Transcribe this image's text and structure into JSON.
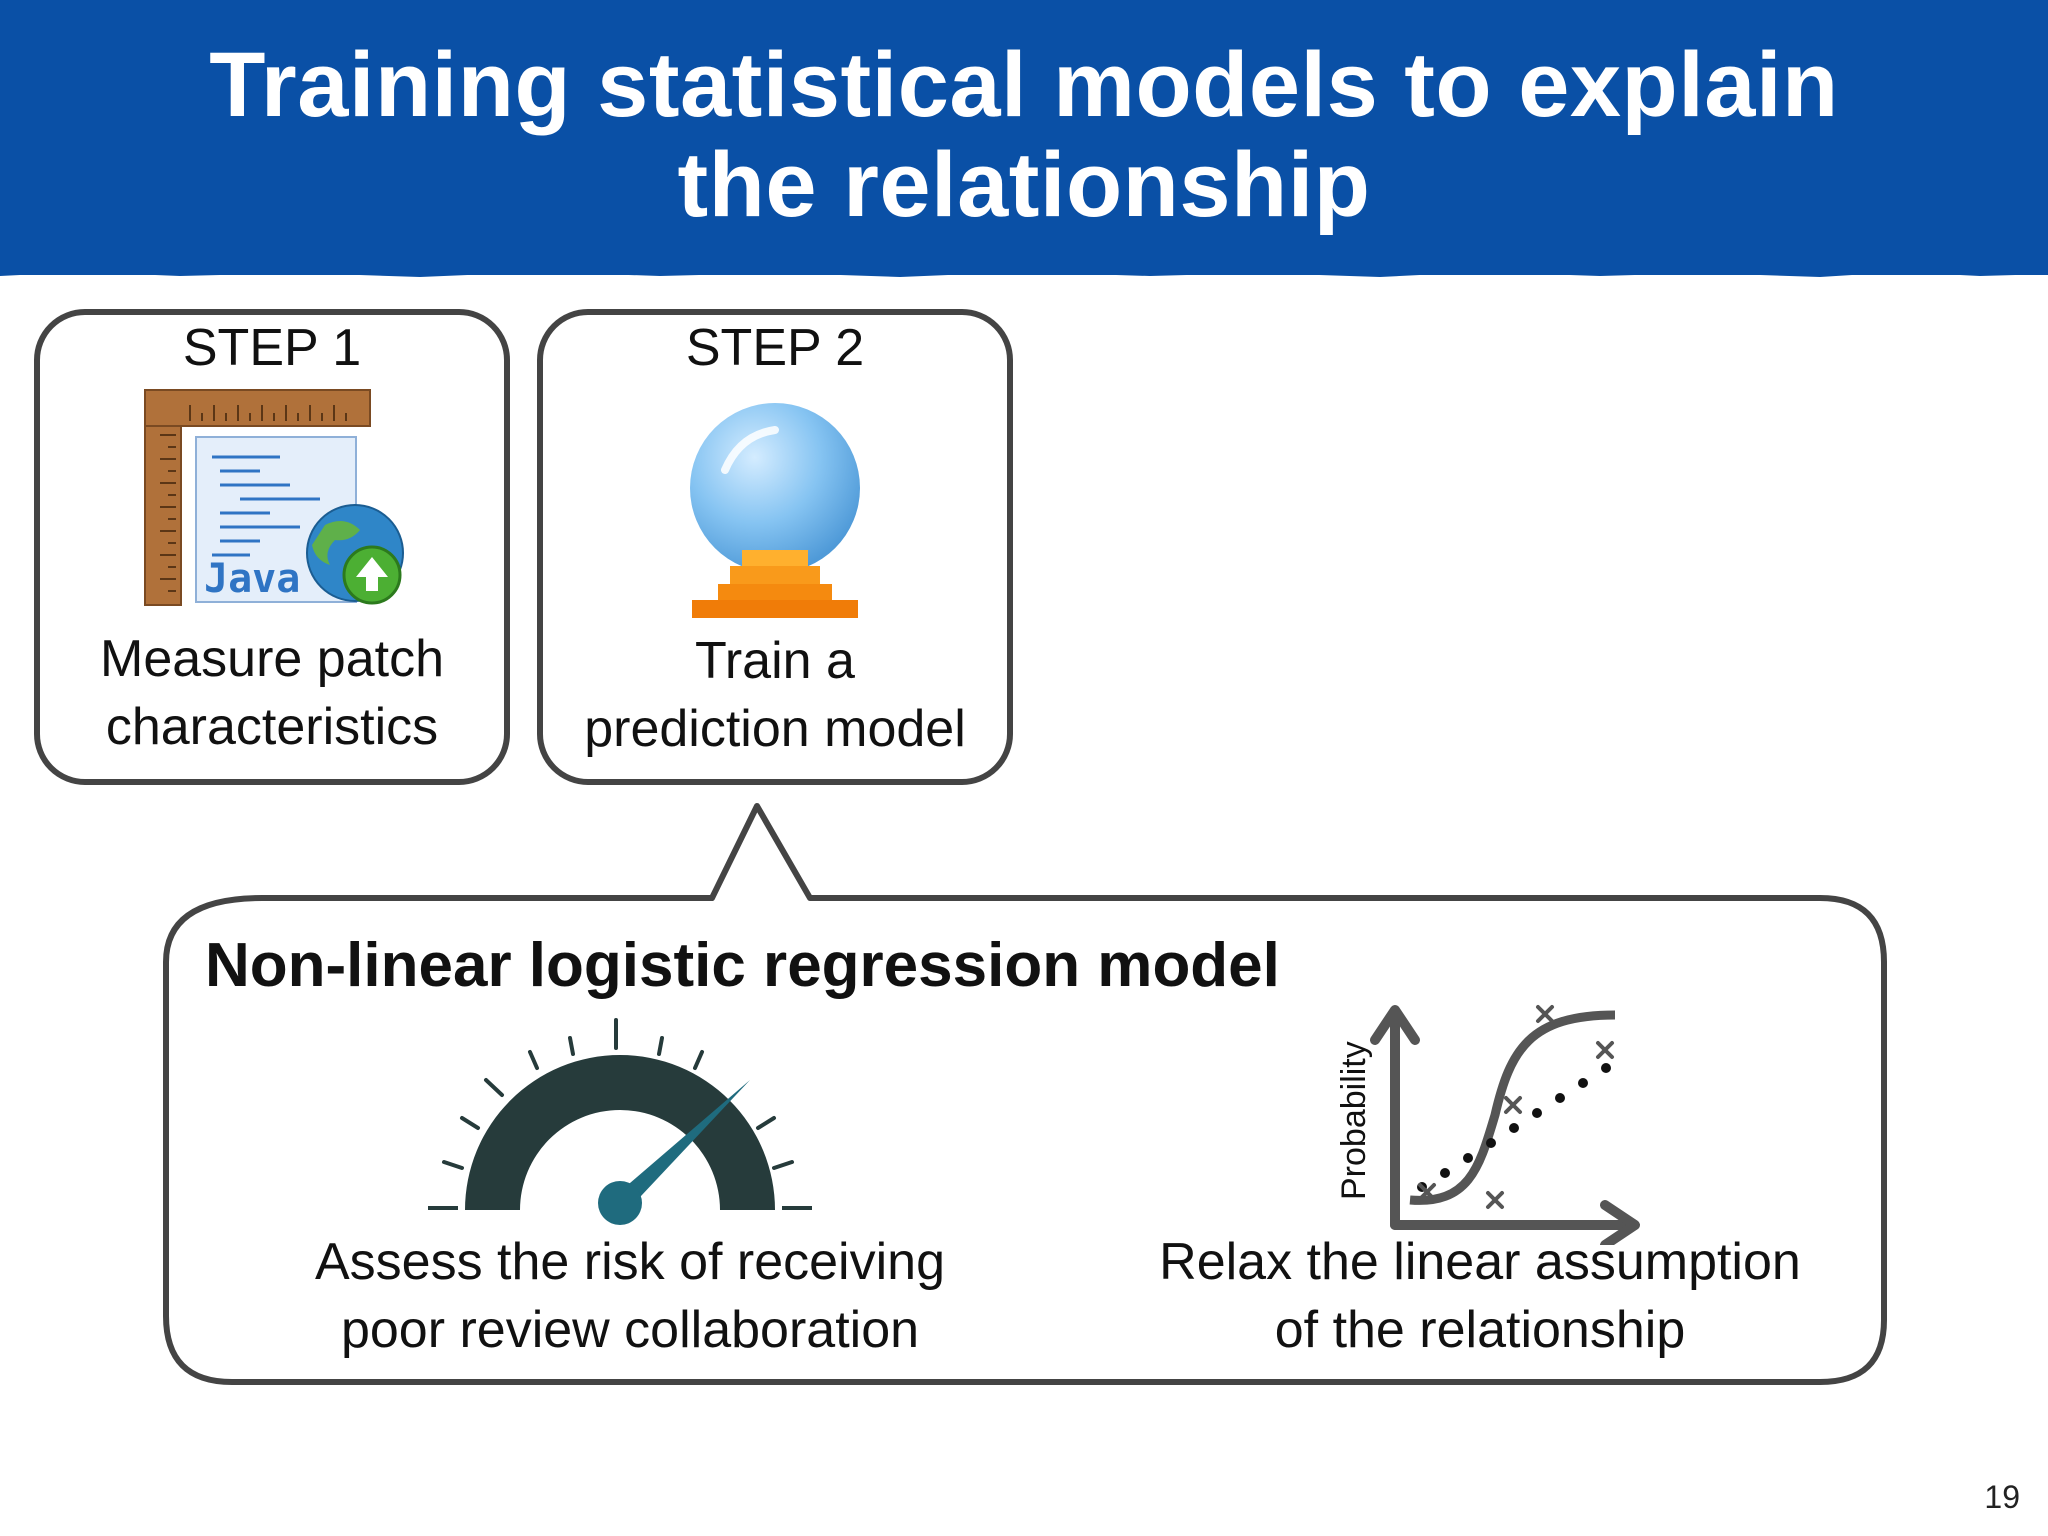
{
  "header": {
    "title_line1": "Training statistical models to explain",
    "title_line2": "the relationship",
    "bg_color": "#0a50a6"
  },
  "step1": {
    "label": "STEP 1",
    "caption_line1": "Measure patch",
    "caption_line2": "characteristics",
    "icon": "java-measurement-icon",
    "icon_text": "Java"
  },
  "step2": {
    "label": "STEP 2",
    "caption_line1": "Train a",
    "caption_line2": "prediction model",
    "icon": "crystal-ball-icon"
  },
  "model": {
    "title": "Non-linear logistic regression model",
    "left": {
      "icon": "speedometer-gauge-icon",
      "caption_line1": "Assess the risk of receiving",
      "caption_line2": "poor review collaboration"
    },
    "right": {
      "icon": "logistic-curve-plot-icon",
      "axis_label": "Probability",
      "caption_line1": "Relax the linear assumption",
      "caption_line2": "of the relationship"
    }
  },
  "page_number": "19",
  "colors": {
    "box_border": "#444444",
    "gauge_dark": "#263b3b",
    "gauge_needle": "#1f6b7e",
    "crystal_ball": "#7fc0f0",
    "crystal_base": "#f5870f"
  }
}
